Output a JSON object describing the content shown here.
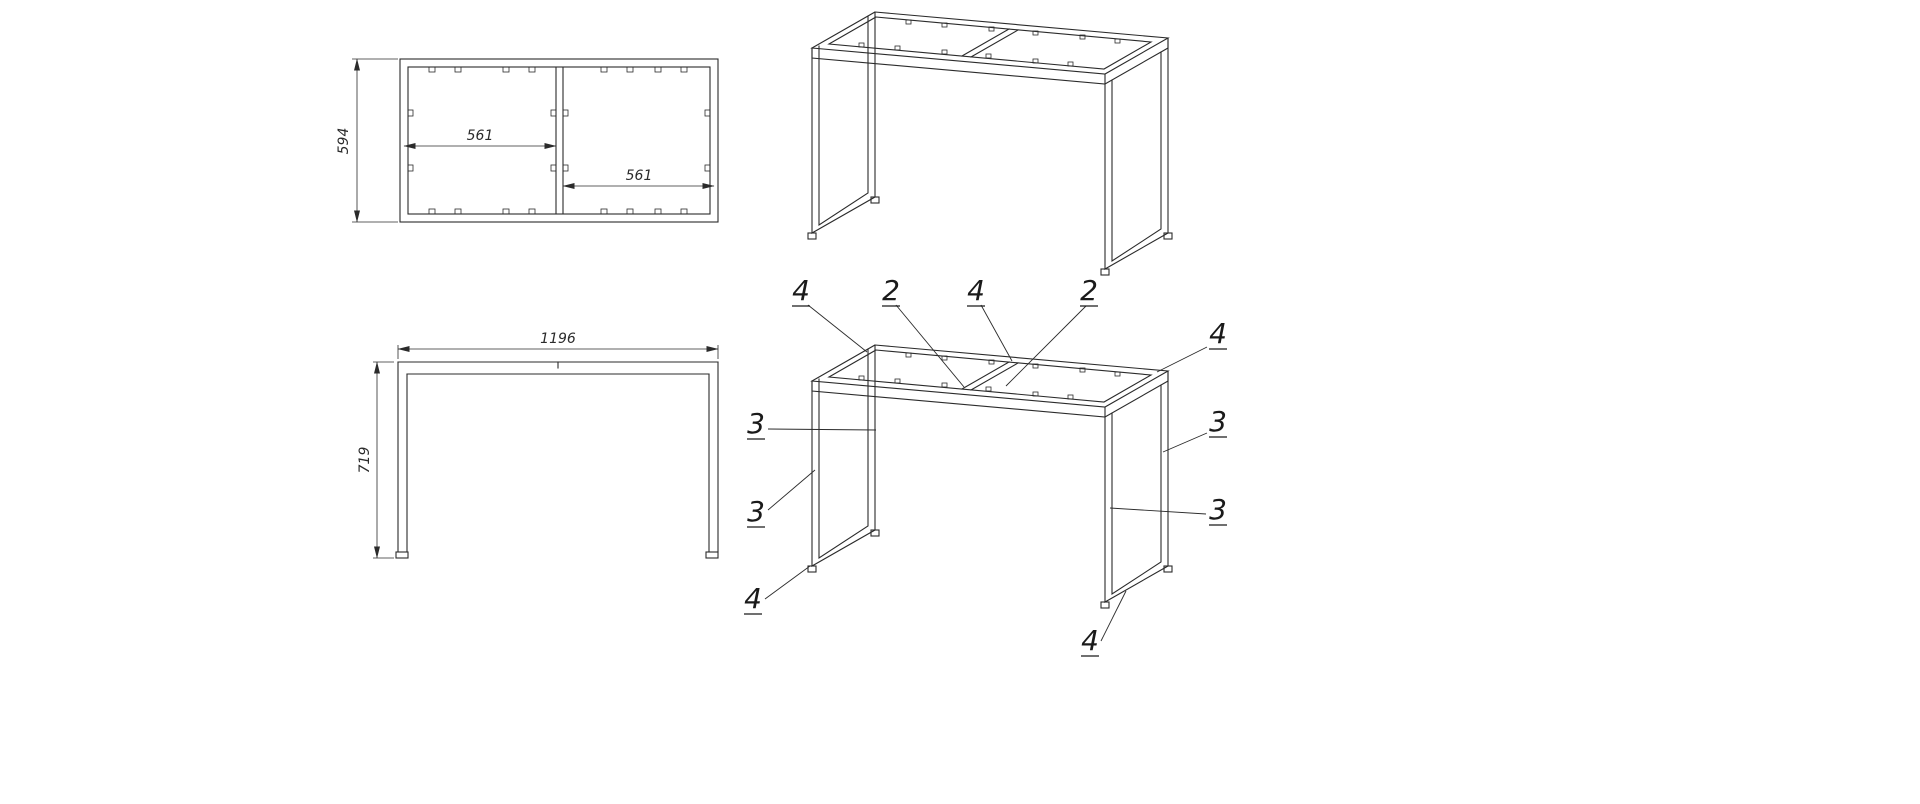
{
  "background": "#ffffff",
  "line_color": "#2b2b2b",
  "views": {
    "top": {
      "dim_left_bay": "561",
      "dim_right_bay": "561",
      "dim_depth": "594"
    },
    "front": {
      "dim_width": "1196",
      "dim_height": "719"
    }
  },
  "callouts": [
    {
      "id": "top-1",
      "label": "4"
    },
    {
      "id": "top-2",
      "label": "2"
    },
    {
      "id": "top-3",
      "label": "4"
    },
    {
      "id": "top-4",
      "label": "2"
    },
    {
      "id": "right-top",
      "label": "4"
    },
    {
      "id": "left-upper",
      "label": "3"
    },
    {
      "id": "left-lower",
      "label": "3"
    },
    {
      "id": "right-upper",
      "label": "3"
    },
    {
      "id": "right-lower",
      "label": "3"
    },
    {
      "id": "bottom-left",
      "label": "4"
    },
    {
      "id": "bottom-right",
      "label": "4"
    }
  ]
}
